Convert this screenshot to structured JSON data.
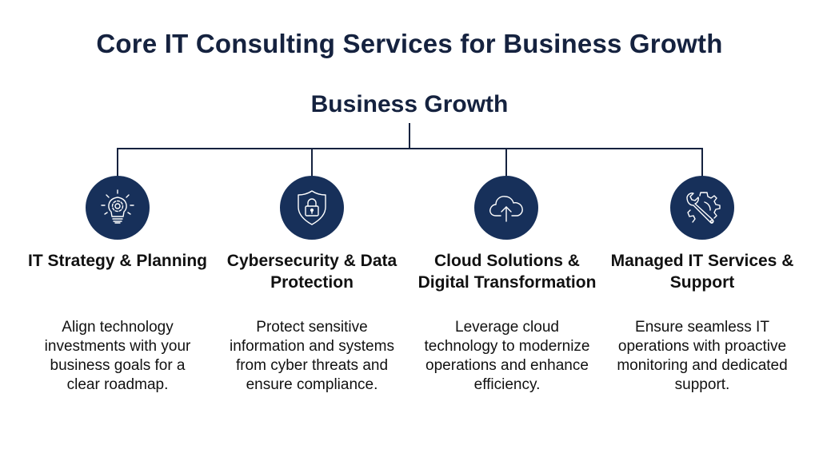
{
  "title": "Core IT Consulting Services for Business Growth",
  "root": {
    "label": "Business Growth"
  },
  "colors": {
    "primary": "#15223f",
    "node_fill": "#17305a",
    "icon_stroke": "#ffffff"
  },
  "services": [
    {
      "icon": "lightbulb-gear-icon",
      "title": "IT Strategy & Planning",
      "description": "Align technology investments with your business goals for a clear roadmap."
    },
    {
      "icon": "shield-lock-icon",
      "title": "Cybersecurity & Data Protection",
      "description": "Protect sensitive information and systems from cyber threats and ensure compliance."
    },
    {
      "icon": "cloud-upload-icon",
      "title": "Cloud Solutions & Digital Transformation",
      "description": "Leverage cloud technology to modernize operations and enhance efficiency."
    },
    {
      "icon": "wrench-gear-icon",
      "title": "Managed IT Services & Support",
      "description": "Ensure seamless IT operations with proactive monitoring and dedicated support."
    }
  ]
}
